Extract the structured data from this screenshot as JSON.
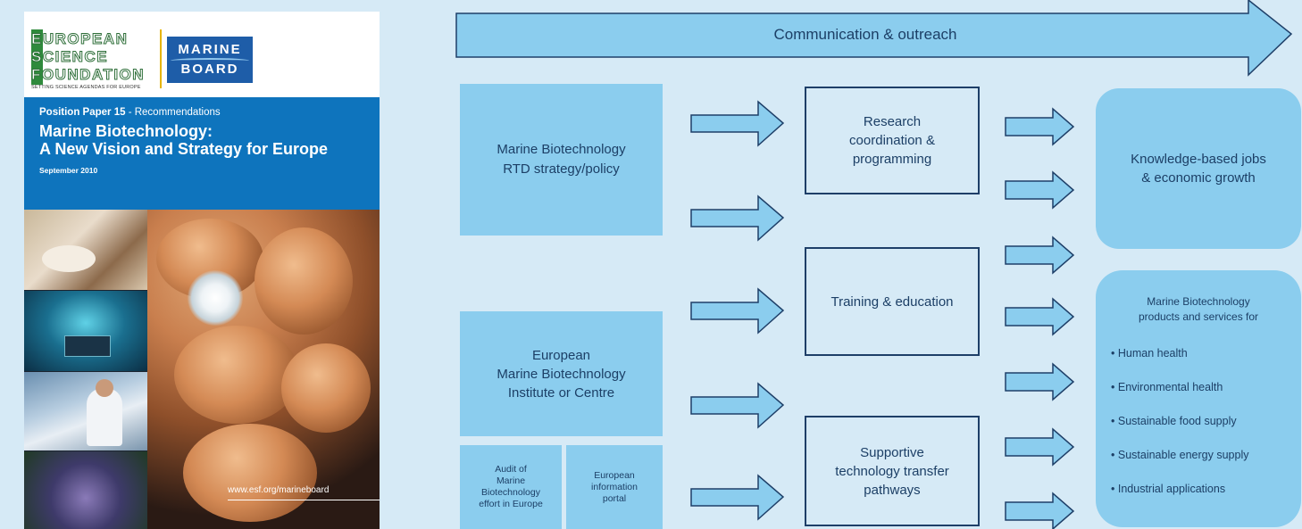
{
  "cover": {
    "esf_logo_lines": [
      "EUROPEAN",
      "SCIENCE",
      "FOUNDATION"
    ],
    "esf_tagline": "SETTING SCIENCE AGENDAS FOR EUROPE",
    "marine_board_lines": [
      "MARINE",
      "BOARD"
    ],
    "position_paper": "Position Paper 15",
    "position_paper_suffix": " - Recommendations",
    "title_line1": "Marine Biotechnology:",
    "title_line2": "A New Vision and Strategy for Europe",
    "date": "September 2010",
    "url": "www.esf.org/marineboard"
  },
  "diagram": {
    "communication_label": "Communication & outreach",
    "left_boxes": {
      "rtd_strategy": [
        "Marine Biotechnology",
        "RTD strategy/policy"
      ],
      "institute": [
        "European",
        "Marine Biotechnology",
        "Institute or Centre"
      ],
      "audit": [
        "Audit of",
        "Marine",
        "Biotechnology",
        "effort in Europe"
      ],
      "portal": [
        "European",
        "information",
        "portal"
      ]
    },
    "middle_boxes": {
      "research": [
        "Research",
        "coordination &",
        "programming"
      ],
      "training": [
        "Training & education"
      ],
      "transfer": [
        "Supportive",
        "technology transfer",
        "pathways"
      ]
    },
    "outcomes": {
      "jobs": [
        "Knowledge-based jobs",
        "& economic growth"
      ],
      "products_title": [
        "Marine Biotechnology",
        "products and services for"
      ],
      "products_items": [
        "Human health",
        "Environmental health",
        "Sustainable food  supply",
        "Sustainable energy supply",
        "Industrial applications"
      ]
    }
  },
  "colors": {
    "background": "#d6eaf6",
    "box_fill": "#8bcdee",
    "box_outline": "#1e3f68",
    "text": "#1c3f66",
    "cover_band": "#0e74bd",
    "esf_green": "#2f8a3c",
    "marine_board_blue": "#1e5da8"
  }
}
